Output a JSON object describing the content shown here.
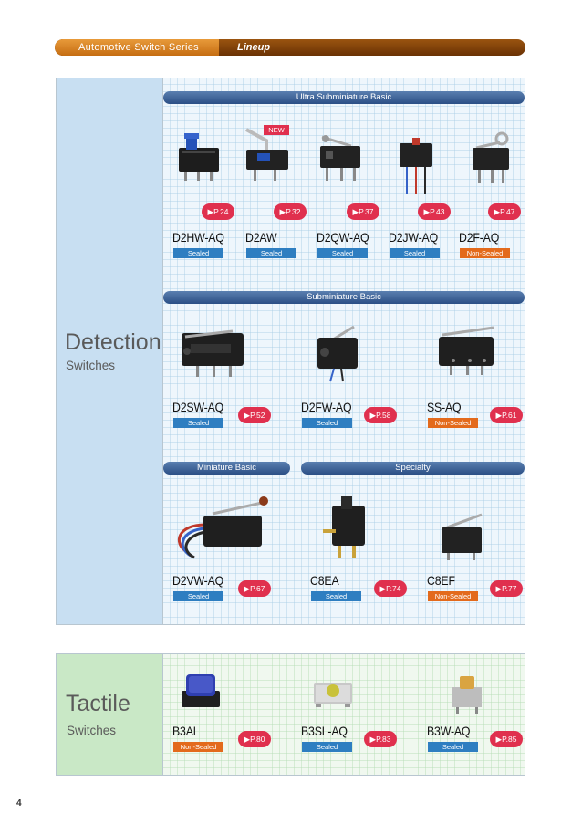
{
  "header": {
    "series": "Automotive Switch Series",
    "lineup": "Lineup"
  },
  "detection": {
    "title": "Detection",
    "subtitle": "Switches"
  },
  "tactile": {
    "title": "Tactile",
    "subtitle": "Switches"
  },
  "bars": {
    "ultra": "Ultra Subminiature Basic",
    "submini": "Subminiature Basic",
    "mini": "Miniature Basic",
    "special": "Specialty"
  },
  "new_label": "NEW",
  "products": [
    {
      "model": "D2HW-AQ",
      "seal": "Sealed",
      "page": "▶P.24"
    },
    {
      "model": "D2AW",
      "seal": "Sealed",
      "page": "▶P.32"
    },
    {
      "model": "D2QW-AQ",
      "seal": "Sealed",
      "page": "▶P.37"
    },
    {
      "model": "D2JW-AQ",
      "seal": "Sealed",
      "page": "▶P.43"
    },
    {
      "model": "D2F-AQ",
      "seal": "Non-Sealed",
      "page": "▶P.47"
    },
    {
      "model": "D2SW-AQ",
      "seal": "Sealed",
      "page": "▶P.52"
    },
    {
      "model": "D2FW-AQ",
      "seal": "Sealed",
      "page": "▶P.58"
    },
    {
      "model": "SS-AQ",
      "seal": "Non-Sealed",
      "page": "▶P.61"
    },
    {
      "model": "D2VW-AQ",
      "seal": "Sealed",
      "page": "▶P.67"
    },
    {
      "model": "C8EA",
      "seal": "Sealed",
      "page": "▶P.74"
    },
    {
      "model": "C8EF",
      "seal": "Non-Sealed",
      "page": "▶P.77"
    },
    {
      "model": "B3AL",
      "seal": "Non-Sealed",
      "page": "▶P.80"
    },
    {
      "model": "B3SL-AQ",
      "seal": "Sealed",
      "page": "▶P.83"
    },
    {
      "model": "B3W-AQ",
      "seal": "Sealed",
      "page": "▶P.85"
    }
  ],
  "page_number": "4"
}
